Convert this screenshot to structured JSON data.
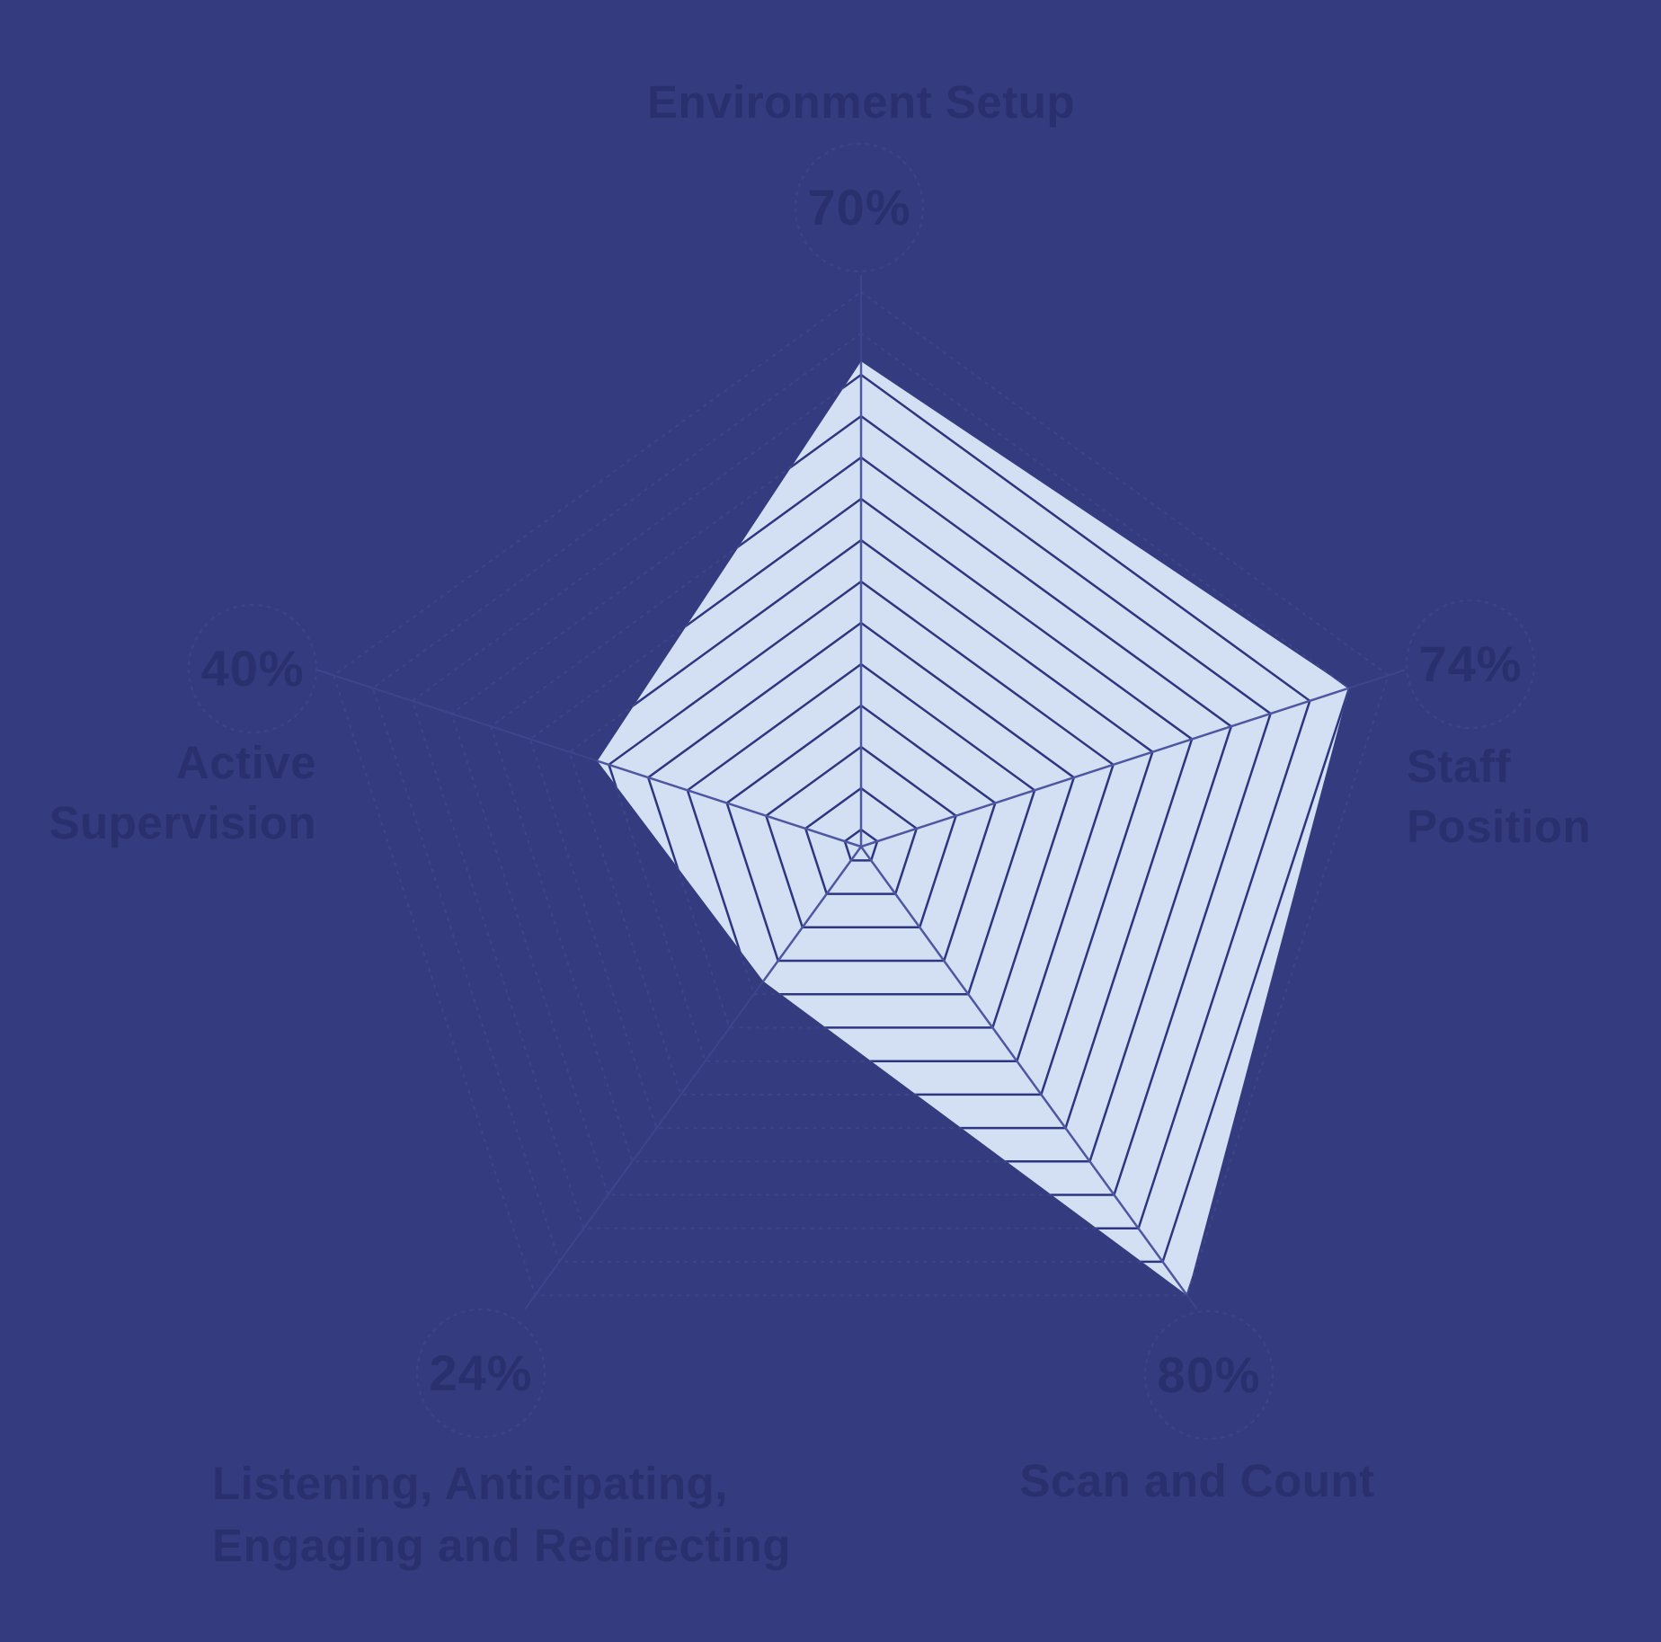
{
  "chart_data": {
    "type": "radar",
    "title": "",
    "unit": "%",
    "scale": {
      "min": 0,
      "max": 80,
      "grid_levels": 14,
      "grid_shape": "pentagon",
      "grid_on": true
    },
    "axes": [
      {
        "id": "environment-setup",
        "label": "Environment Setup",
        "label_lines": [
          "Environment Setup"
        ],
        "value": 70,
        "value_label": "70%"
      },
      {
        "id": "staff-position",
        "label": "Staff Position",
        "label_lines": [
          "Staff",
          "Position"
        ],
        "value": 74,
        "value_label": "74%"
      },
      {
        "id": "scan-and-count",
        "label": "Scan and Count",
        "label_lines": [
          "Scan and Count"
        ],
        "value": 80,
        "value_label": "80%"
      },
      {
        "id": "listening-anticipating-engaging-and-redirecting",
        "label": "Listening, Anticipating, Engaging and Redirecting",
        "label_lines": [
          "Listening, Anticipating,",
          "Engaging and Redirecting"
        ],
        "value": 24,
        "value_label": "24%"
      },
      {
        "id": "active-supervision",
        "label": "Active Supervision",
        "label_lines": [
          "Active",
          "Supervision"
        ],
        "value": 40,
        "value_label": "40%"
      }
    ],
    "series": [
      {
        "name": "score",
        "values": [
          70,
          74,
          80,
          24,
          40
        ]
      }
    ]
  },
  "colors": {
    "background": "#343B7E",
    "fill": "#D3E0F3",
    "grid_solid": "#2E3581",
    "grid_dotted": "#3D448A",
    "spoke_outer": "#3E458D",
    "spoke_inner": "#4F56A2",
    "label_text": "#2A306E",
    "value_text": "#2A306E",
    "value_circle_stroke": "#3C438A"
  }
}
